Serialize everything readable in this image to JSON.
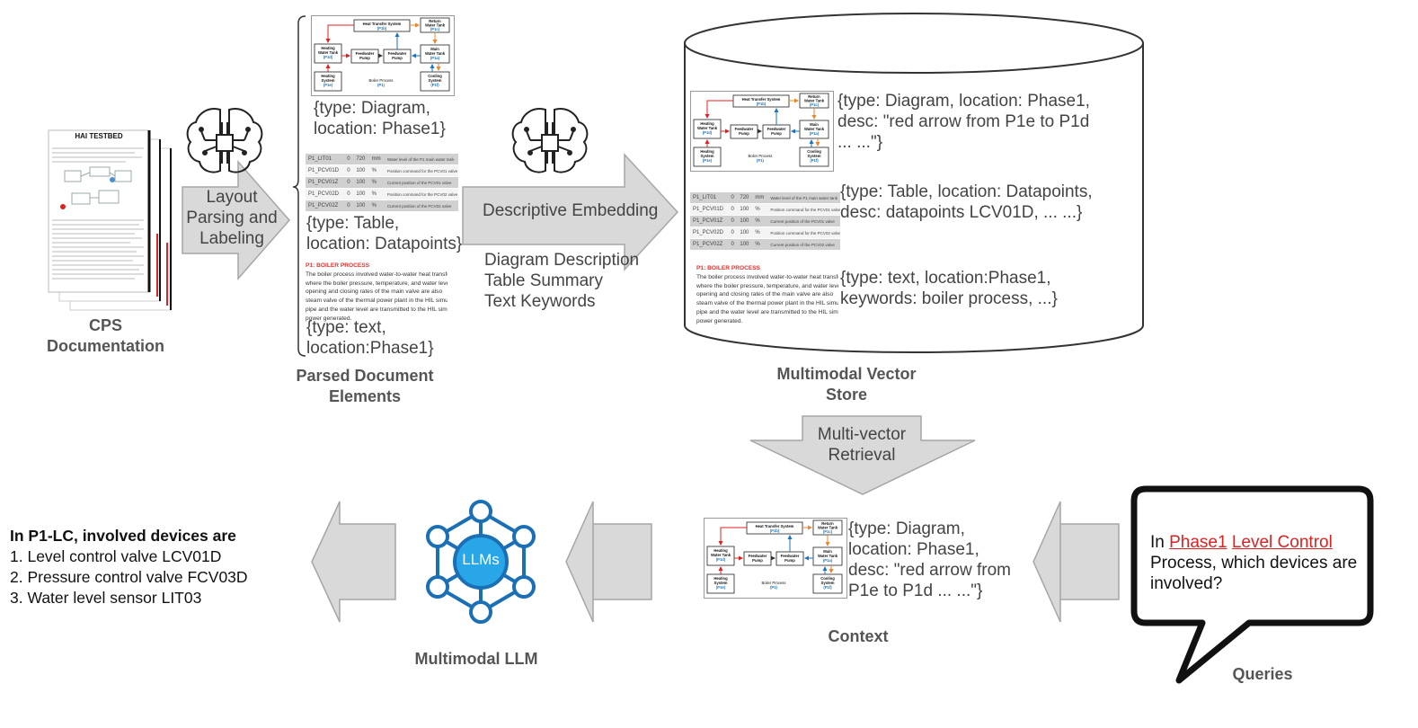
{
  "documentation": {
    "page_title": "HAI TESTBED",
    "caption": "CPS\nDocumentation"
  },
  "layout_arrow": {
    "label": "Layout\nParsing and\nLabeling"
  },
  "diagram": {
    "heat_transfer": "Heat Transfer System",
    "heat_transfer_id": "(P1b)",
    "return_tank": "Return\nWater Tank",
    "return_tank_id": "(P1c)",
    "heating_tank": "Heating\nWater Tank",
    "heating_tank_id": "(P1d)",
    "feedwater_pump": "Feedwater\nPump",
    "main_tank": "Main\nWater Tank",
    "main_tank_id": "(P1a)",
    "heating_system": "Heating\nSystem",
    "heating_system_id": "(P1e)",
    "boiler": "Boiler Process",
    "boiler_id": "(P1)",
    "cooling": "Cooling\nSystem",
    "cooling_id": "(P1f)"
  },
  "table_rows": [
    [
      "P1_LIT01",
      "0",
      "720",
      "mm",
      "Water level of the P1 main water tank"
    ],
    [
      "P1_PCV01D",
      "0",
      "100",
      "%",
      "Position command for the PCV01 valve"
    ],
    [
      "P1_PCV01Z",
      "0",
      "100",
      "%",
      "Current position of the PCV01 valve"
    ],
    [
      "P1_PCV02D",
      "0",
      "100",
      "%",
      "Position command for the PCV02 valve"
    ],
    [
      "P1_PCV02Z",
      "0",
      "100",
      "%",
      "Current position of the PCV02 valve"
    ]
  ],
  "text_snippet": {
    "heading": "P1: BOILER PROCESS",
    "lines": [
      "The boiler process involved water-to-water heat transfer",
      "where the boiler pressure, temperature, and water level",
      "opening and closing rates of the main valve are also",
      "steam valve of the thermal power plant in the HIL simul",
      "pipe and the water level are transmitted to the HIL sim",
      "power generated."
    ]
  },
  "parsed": {
    "diagram_meta": "{type: Diagram,\nlocation: Phase1}",
    "table_meta": "{type: Table,\nlocation: Datapoints}",
    "text_meta": "{type: text,\nlocation:Phase1}",
    "caption": "Parsed Document\nElements"
  },
  "embedding": {
    "label": "Descriptive Embedding",
    "items": [
      "Diagram Description",
      "Table Summary",
      "Text Keywords"
    ]
  },
  "store": {
    "diagram_meta": "{type: Diagram, location: Phase1,\ndesc: \"red arrow from P1e to P1d\n... ...\"}",
    "table_meta": "{type: Table, location: Datapoints,\ndesc: datapoints LCV01D, ... ...}",
    "text_meta": "{type: text, location:Phase1,\nkeywords: boiler process, ...}",
    "caption": "Multimodal Vector\nStore"
  },
  "retrieval": {
    "label": "Multi-vector\nRetrieval"
  },
  "context": {
    "meta": "{type: Diagram,\nlocation: Phase1,\ndesc: \"red arrow from\nP1e to P1d ... ...\"}",
    "caption": "Context"
  },
  "query": {
    "prefix": "In ",
    "phase": "Phase1",
    "level": "Level Control",
    "rest": "Process, which devices are\ninvolved?",
    "caption": "Queries"
  },
  "llm": {
    "badge": "LLMs",
    "caption": "Multimodal LLM"
  },
  "answer": {
    "title": "In P1-LC, involved devices are",
    "items": [
      "1. Level control valve LCV01D",
      "2. Pressure control valve FCV03D",
      "3. Water level sensor LIT03"
    ]
  },
  "colors": {
    "arrow_fill": "#d9d9d9",
    "arrow_stroke": "#a6a6a6",
    "red": "#e02020",
    "blue": "#1e73be",
    "orange": "#e8862a",
    "llm_blue": "#1b6fb5",
    "llm_core": "#29a6e8"
  }
}
